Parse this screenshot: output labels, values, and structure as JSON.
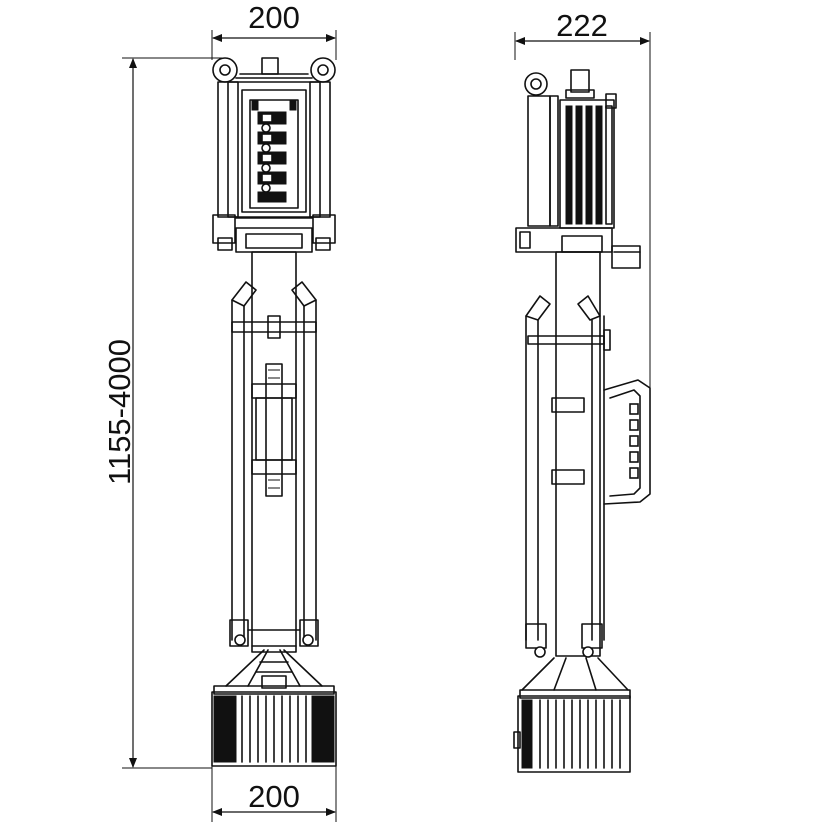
{
  "dimensions": {
    "front_top_width": "200",
    "side_top_width": "222",
    "height_range": "1155-4000",
    "front_bottom_width": "200"
  },
  "colors": {
    "line": "#111111",
    "background": "#ffffff"
  }
}
